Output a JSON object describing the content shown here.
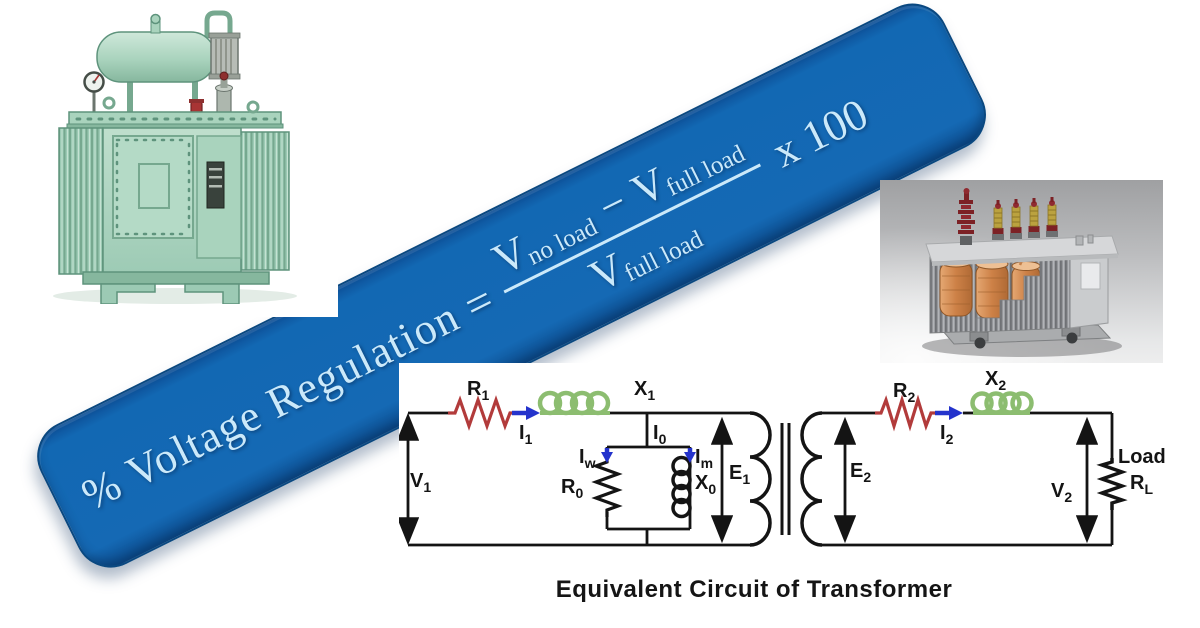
{
  "page": {
    "background": "#ffffff"
  },
  "banner": {
    "fill_color": "#1569b4",
    "edge_color": "#0a4880",
    "text_color": "#cbe9fa",
    "formula": {
      "lhs": "% Voltage Regulation",
      "equals": "=",
      "v": "V",
      "sub_no_load": "no load",
      "sub_full_load": "full load",
      "minus": "−",
      "multiplier": "x 100"
    }
  },
  "photos": {
    "left": {
      "name": "oil-immersed distribution transformer photo",
      "body_color": "#a9d3bd"
    },
    "right": {
      "name": "3D cutaway transformer render",
      "winding_color": "#c07a42"
    }
  },
  "circuit": {
    "caption": "Equivalent Circuit of Transformer",
    "colors": {
      "wire": "#141414",
      "resistor": "#b23b3b",
      "inductor": "#8cbd70",
      "current_arrow": "#2433cc"
    },
    "labels": {
      "v1": {
        "base": "V",
        "sub": "1"
      },
      "r1": {
        "base": "R",
        "sub": "1"
      },
      "i1": {
        "base": "I",
        "sub": "1"
      },
      "x1": {
        "base": "X",
        "sub": "1"
      },
      "i0": {
        "base": "I",
        "sub": "0"
      },
      "iw": {
        "base": "I",
        "sub": "w"
      },
      "r0": {
        "base": "R",
        "sub": "0"
      },
      "x0": {
        "base": "X",
        "sub": "0"
      },
      "im": {
        "base": "I",
        "sub": "m"
      },
      "e1": {
        "base": "E",
        "sub": "1"
      },
      "e2": {
        "base": "E",
        "sub": "2"
      },
      "r2": {
        "base": "R",
        "sub": "2"
      },
      "i2": {
        "base": "I",
        "sub": "2"
      },
      "x2": {
        "base": "X",
        "sub": "2"
      },
      "v2": {
        "base": "V",
        "sub": "2"
      },
      "load": "Load",
      "rl": {
        "base": "R",
        "sub": "L"
      }
    }
  }
}
